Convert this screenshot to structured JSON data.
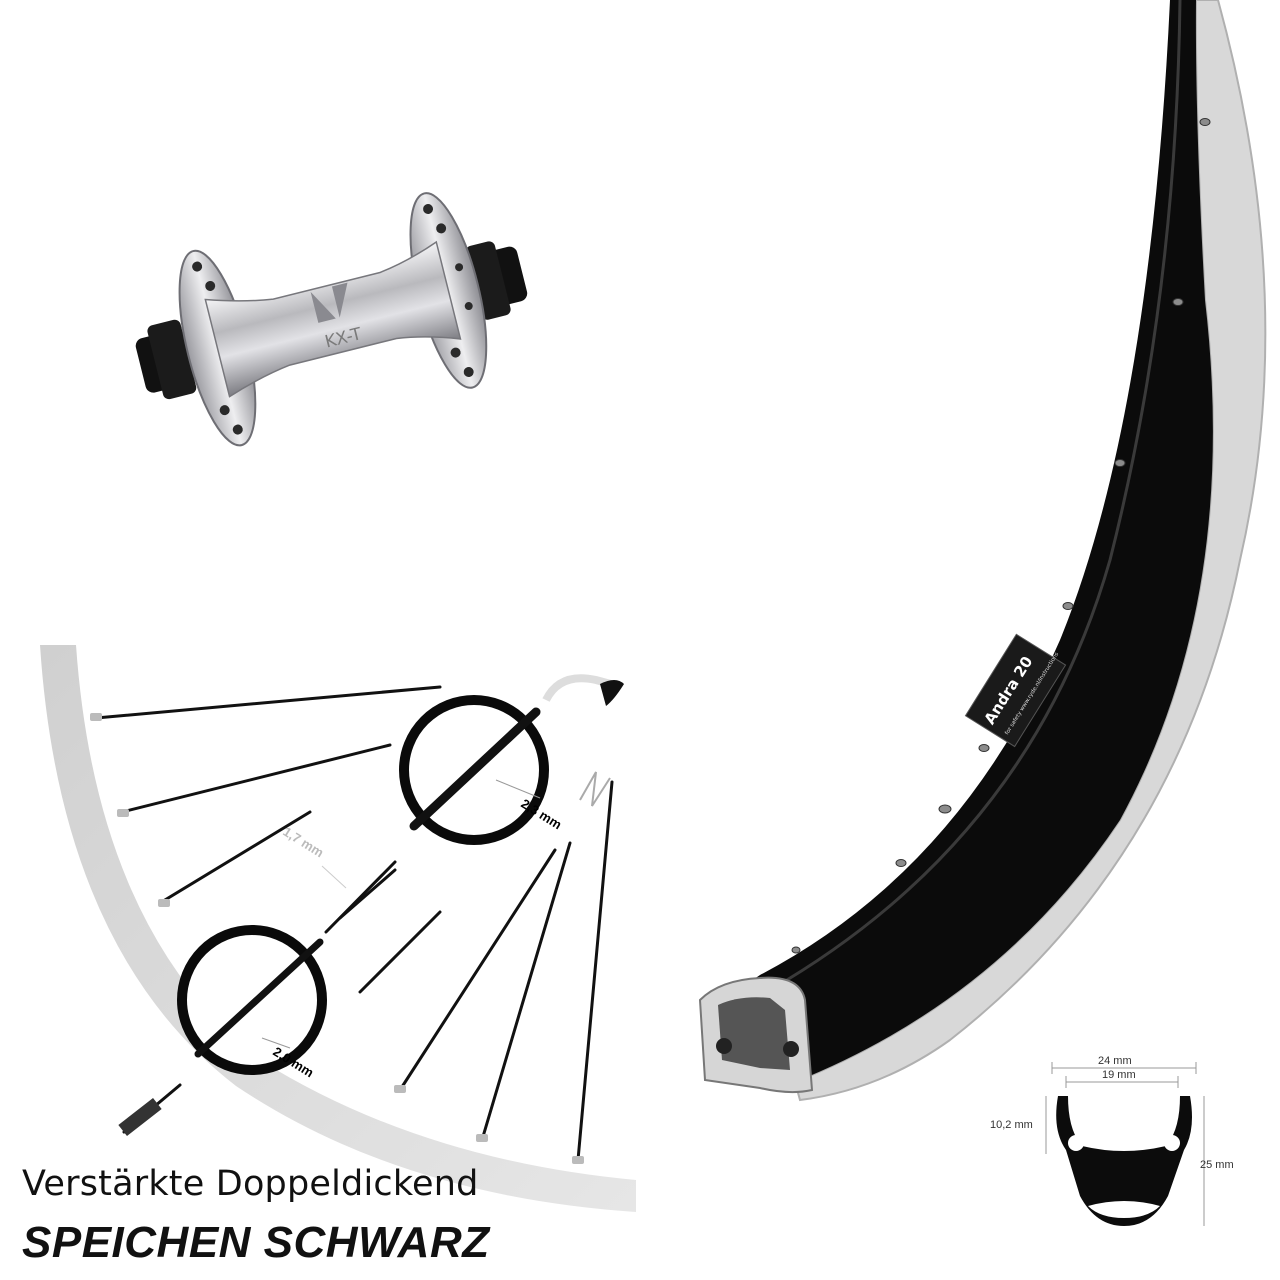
{
  "hub": {
    "logo_text": "KX-T",
    "icon": "bicycle-hub-image",
    "body_color": "#c8c8cc"
  },
  "rim": {
    "brand": "Andra 20",
    "sticker_text": "for safety www.ryde.nl/instructions",
    "rim_color": "#0a0a0a",
    "edge_color": "#cfcfcf",
    "icon": "bicycle-rim-image"
  },
  "profile": {
    "outer_width": "24 mm",
    "inner_width": "19 mm",
    "flange_height": "10,2 mm",
    "total_height": "25 mm",
    "icon": "rim-cross-section-diagram"
  },
  "spokes": {
    "thick_end": "2,3 mm",
    "middle": "1,7 mm",
    "thin_end": "2,0 mm",
    "icon": "spoke-diagram",
    "spoke_color": "#111111"
  },
  "caption": {
    "line1": "Verstärkte Doppeldickend",
    "line2": "SPEICHEN SCHWARZ"
  }
}
